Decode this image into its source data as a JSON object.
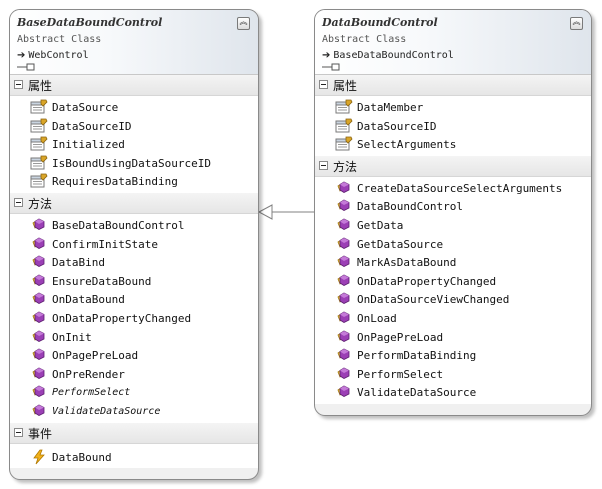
{
  "classes": {
    "left": {
      "name": "BaseDataBoundControl",
      "kind": "Abstract Class",
      "base": "WebControl",
      "sections": {
        "properties": {
          "label": "属性",
          "items": [
            "DataSource",
            "DataSourceID",
            "Initialized",
            "IsBoundUsingDataSourceID",
            "RequiresDataBinding"
          ]
        },
        "methods": {
          "label": "方法",
          "items": [
            "BaseDataBoundControl",
            "ConfirmInitState",
            "DataBind",
            "EnsureDataBound",
            "OnDataBound",
            "OnDataPropertyChanged",
            "OnInit",
            "OnPagePreLoad",
            "OnPreRender",
            "PerformSelect",
            "ValidateDataSource"
          ]
        },
        "events": {
          "label": "事件",
          "items": [
            "DataBound"
          ]
        }
      }
    },
    "right": {
      "name": "DataBoundControl",
      "kind": "Abstract Class",
      "base": "BaseDataBoundControl",
      "sections": {
        "properties": {
          "label": "属性",
          "items": [
            "DataMember",
            "DataSourceID",
            "SelectArguments"
          ]
        },
        "methods": {
          "label": "方法",
          "items": [
            "CreateDataSourceSelectArguments",
            "DataBoundControl",
            "GetData",
            "GetDataSource",
            "MarkAsDataBound",
            "OnDataPropertyChanged",
            "OnDataSourceViewChanged",
            "OnLoad",
            "OnPagePreLoad",
            "PerformDataBinding",
            "PerformSelect",
            "ValidateDataSource"
          ]
        }
      }
    }
  },
  "icons": {
    "property": "property-icon",
    "method": "method-icon",
    "event": "event-icon",
    "collapse": "double-chevron-up-icon",
    "inheritance": "arrow-right-icon"
  },
  "colors": {
    "method_purple": "#9b3fb5",
    "event_yellow": "#f2b21c",
    "property_gold": "#d9a528"
  }
}
